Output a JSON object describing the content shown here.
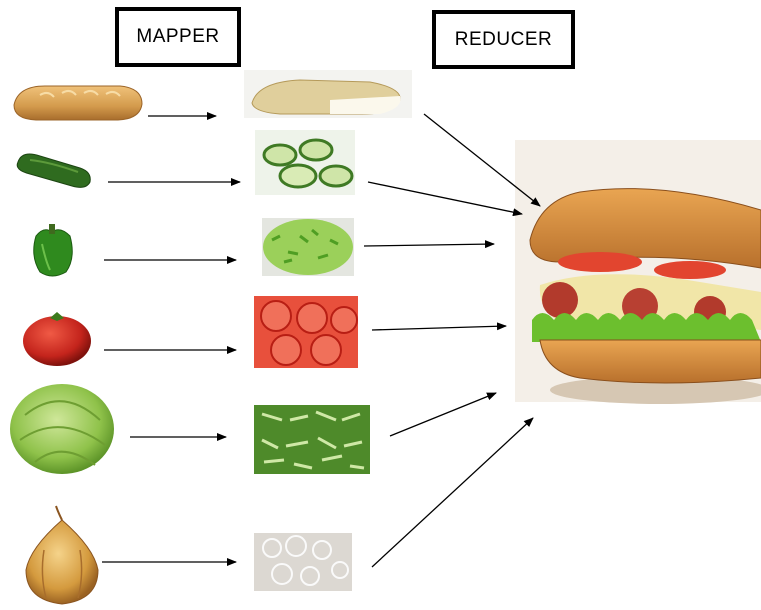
{
  "header": {
    "mapper_label": "MAPPER",
    "reducer_label": "REDUCER"
  },
  "ingredients": [
    {
      "name": "bread",
      "processed": "sliced-bread"
    },
    {
      "name": "cucumber",
      "processed": "sliced-cucumber"
    },
    {
      "name": "green-pepper",
      "processed": "chopped-pepper"
    },
    {
      "name": "tomato",
      "processed": "sliced-tomato"
    },
    {
      "name": "lettuce",
      "processed": "shredded-lettuce"
    },
    {
      "name": "onion",
      "processed": "sliced-onion"
    }
  ],
  "result": "sandwich",
  "colors": {
    "bread": "#d9a45c",
    "cucumber": "#2f6b1f",
    "pepper": "#2f8a1e",
    "tomato": "#c4241c",
    "lettuce": "#8fc24a",
    "onion": "#d6a24a",
    "arrow": "#000000"
  }
}
